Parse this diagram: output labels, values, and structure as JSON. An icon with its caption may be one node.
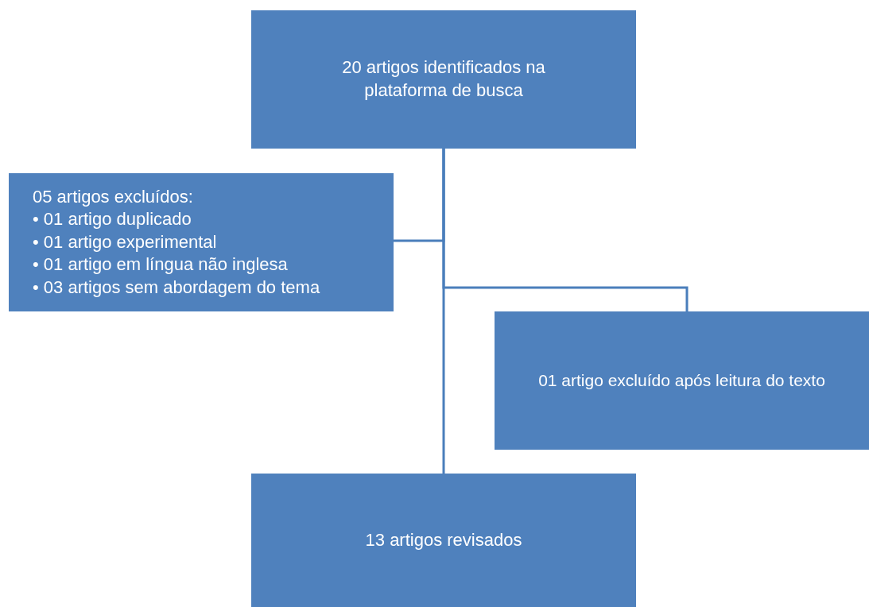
{
  "diagram": {
    "nodes": [
      {
        "text": [
          "20 artigos identificados na plataforma de busca"
        ]
      },
      {
        "text": [
          "05 artigos excluídos:",
          "• 01 artigo duplicado",
          "• 01 artigo experimental",
          "• 01 artigo em língua não inglesa",
          "• 03 artigos sem abordagem do tema"
        ]
      },
      {
        "text": [
          "01 artigo excluído após leitura do texto"
        ]
      },
      {
        "text": [
          "13 artigos revisados"
        ]
      }
    ],
    "edges": [
      {
        "from": 0,
        "to": 1,
        "arrow": "none"
      },
      {
        "from": 0,
        "to": 2,
        "arrow": "none"
      },
      {
        "from": 0,
        "to": 3,
        "arrow": "none"
      }
    ]
  }
}
